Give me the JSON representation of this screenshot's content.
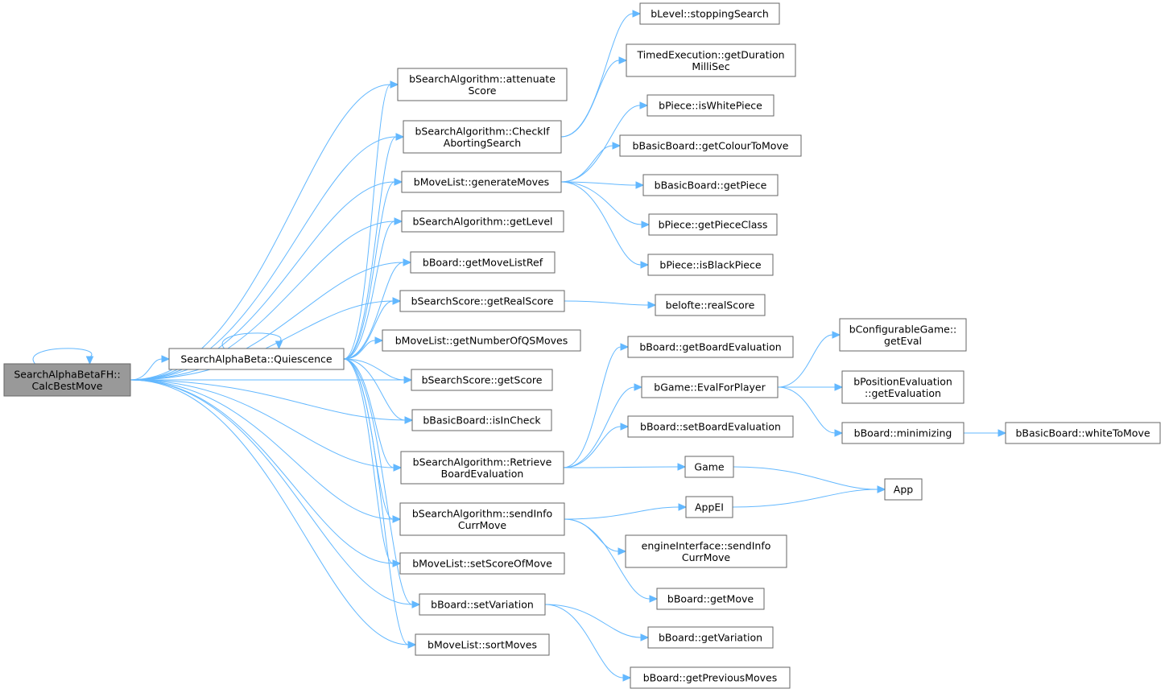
{
  "diagram": {
    "type": "call-graph",
    "colors": {
      "edge": "#63b8ff",
      "node_border": "#666666",
      "root_fill": "#999999",
      "node_fill": "#ffffff"
    },
    "nodes": [
      {
        "id": "n0",
        "lines": [
          "SearchAlphaBetaFH::",
          "CalcBestMove"
        ],
        "root": true
      },
      {
        "id": "n1",
        "lines": [
          "SearchAlphaBeta::Quiescence"
        ]
      },
      {
        "id": "n2",
        "lines": [
          "bSearchAlgorithm::attenuate",
          "Score"
        ]
      },
      {
        "id": "n3",
        "lines": [
          "bSearchAlgorithm::CheckIf",
          "AbortingSearch"
        ]
      },
      {
        "id": "n4",
        "lines": [
          "bMoveList::generateMoves"
        ]
      },
      {
        "id": "n5",
        "lines": [
          "bSearchAlgorithm::getLevel"
        ]
      },
      {
        "id": "n6",
        "lines": [
          "bBoard::getMoveListRef"
        ]
      },
      {
        "id": "n7",
        "lines": [
          "bSearchScore::getRealScore"
        ]
      },
      {
        "id": "n8",
        "lines": [
          "bMoveList::getNumberOfQSMoves"
        ]
      },
      {
        "id": "n9",
        "lines": [
          "bSearchScore::getScore"
        ]
      },
      {
        "id": "n10",
        "lines": [
          "bBasicBoard::isInCheck"
        ]
      },
      {
        "id": "n11",
        "lines": [
          "bSearchAlgorithm::Retrieve",
          "BoardEvaluation"
        ]
      },
      {
        "id": "n12",
        "lines": [
          "bSearchAlgorithm::sendInfo",
          "CurrMove"
        ]
      },
      {
        "id": "n13",
        "lines": [
          "bMoveList::setScoreOfMove"
        ]
      },
      {
        "id": "n14",
        "lines": [
          "bBoard::setVariation"
        ]
      },
      {
        "id": "n15",
        "lines": [
          "bMoveList::sortMoves"
        ]
      },
      {
        "id": "n16",
        "lines": [
          "bLevel::stoppingSearch"
        ]
      },
      {
        "id": "n17",
        "lines": [
          "TimedExecution::getDuration",
          "MilliSec"
        ]
      },
      {
        "id": "n18",
        "lines": [
          "bPiece::isWhitePiece"
        ]
      },
      {
        "id": "n19",
        "lines": [
          "bBasicBoard::getColourToMove"
        ]
      },
      {
        "id": "n20",
        "lines": [
          "bBasicBoard::getPiece"
        ]
      },
      {
        "id": "n21",
        "lines": [
          "bPiece::getPieceClass"
        ]
      },
      {
        "id": "n22",
        "lines": [
          "bPiece::isBlackPiece"
        ]
      },
      {
        "id": "n23",
        "lines": [
          "belofte::realScore"
        ]
      },
      {
        "id": "n24",
        "lines": [
          "bBoard::getBoardEvaluation"
        ]
      },
      {
        "id": "n25",
        "lines": [
          "bGame::EvalForPlayer"
        ]
      },
      {
        "id": "n26",
        "lines": [
          "bBoard::setBoardEvaluation"
        ]
      },
      {
        "id": "n27",
        "lines": [
          "Game"
        ]
      },
      {
        "id": "n28",
        "lines": [
          "AppEI"
        ]
      },
      {
        "id": "n29",
        "lines": [
          "engineInterface::sendInfo",
          "CurrMove"
        ]
      },
      {
        "id": "n30",
        "lines": [
          "bBoard::getMove"
        ]
      },
      {
        "id": "n31",
        "lines": [
          "bBoard::getVariation"
        ]
      },
      {
        "id": "n32",
        "lines": [
          "bBoard::getPreviousMoves"
        ]
      },
      {
        "id": "n33",
        "lines": [
          "bConfigurableGame::",
          "getEval"
        ]
      },
      {
        "id": "n34",
        "lines": [
          "bPositionEvaluation",
          "::getEvaluation"
        ]
      },
      {
        "id": "n35",
        "lines": [
          "bBoard::minimizing"
        ]
      },
      {
        "id": "n36",
        "lines": [
          "bBasicBoard::whiteToMove"
        ]
      },
      {
        "id": "n37",
        "lines": [
          "App"
        ]
      }
    ],
    "edges": [
      [
        "n0",
        "n0"
      ],
      [
        "n0",
        "n1"
      ],
      [
        "n0",
        "n2"
      ],
      [
        "n0",
        "n3"
      ],
      [
        "n0",
        "n4"
      ],
      [
        "n0",
        "n5"
      ],
      [
        "n0",
        "n6"
      ],
      [
        "n0",
        "n7"
      ],
      [
        "n0",
        "n9"
      ],
      [
        "n0",
        "n10"
      ],
      [
        "n0",
        "n11"
      ],
      [
        "n0",
        "n12"
      ],
      [
        "n0",
        "n13"
      ],
      [
        "n0",
        "n14"
      ],
      [
        "n0",
        "n15"
      ],
      [
        "n1",
        "n1"
      ],
      [
        "n1",
        "n2"
      ],
      [
        "n1",
        "n3"
      ],
      [
        "n1",
        "n4"
      ],
      [
        "n1",
        "n5"
      ],
      [
        "n1",
        "n6"
      ],
      [
        "n1",
        "n7"
      ],
      [
        "n1",
        "n8"
      ],
      [
        "n1",
        "n9"
      ],
      [
        "n1",
        "n10"
      ],
      [
        "n1",
        "n11"
      ],
      [
        "n1",
        "n12"
      ],
      [
        "n1",
        "n13"
      ],
      [
        "n1",
        "n14"
      ],
      [
        "n1",
        "n15"
      ],
      [
        "n3",
        "n16"
      ],
      [
        "n3",
        "n17"
      ],
      [
        "n4",
        "n18"
      ],
      [
        "n4",
        "n19"
      ],
      [
        "n4",
        "n20"
      ],
      [
        "n4",
        "n21"
      ],
      [
        "n4",
        "n22"
      ],
      [
        "n7",
        "n23"
      ],
      [
        "n11",
        "n24"
      ],
      [
        "n11",
        "n25"
      ],
      [
        "n11",
        "n26"
      ],
      [
        "n11",
        "n27"
      ],
      [
        "n12",
        "n28"
      ],
      [
        "n12",
        "n29"
      ],
      [
        "n12",
        "n30"
      ],
      [
        "n14",
        "n31"
      ],
      [
        "n14",
        "n32"
      ],
      [
        "n25",
        "n33"
      ],
      [
        "n25",
        "n34"
      ],
      [
        "n25",
        "n35"
      ],
      [
        "n35",
        "n36"
      ],
      [
        "n27",
        "n37"
      ],
      [
        "n28",
        "n37"
      ]
    ]
  }
}
